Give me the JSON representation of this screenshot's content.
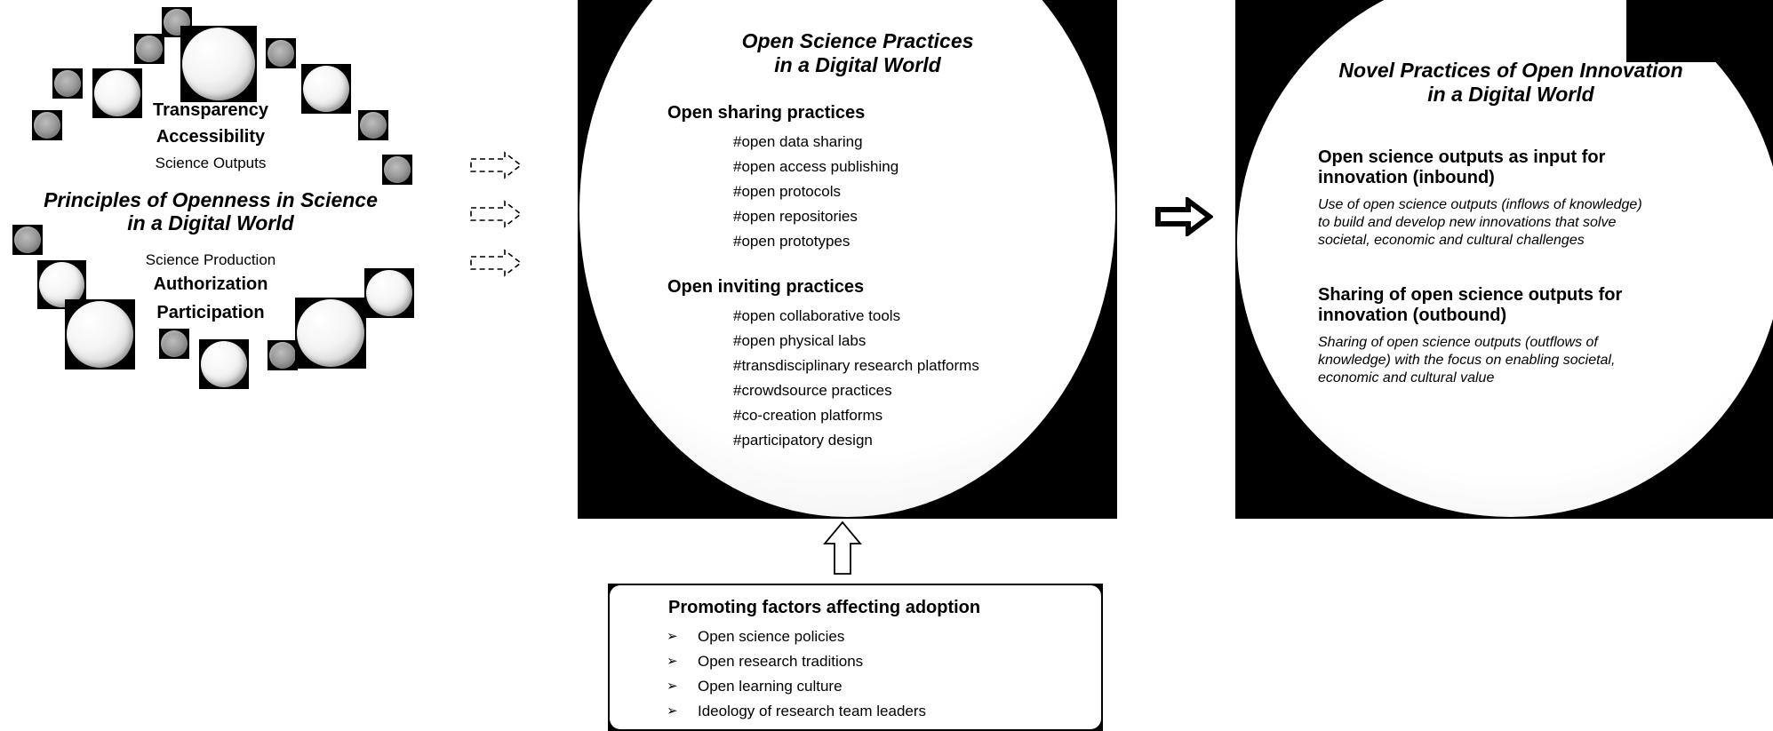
{
  "principles": {
    "title_line1": "Principles of Openness in Science",
    "title_line2": "in a Digital World",
    "outputs_group": {
      "items_bold": [
        "Transparency",
        "Accessibility"
      ],
      "label": "Science Outputs"
    },
    "production_group": {
      "label": "Science Production",
      "items_bold": [
        "Authorization",
        "Participation"
      ]
    }
  },
  "practices": {
    "title_line1": "Open Science Practices",
    "title_line2": "in a Digital World",
    "sharing": {
      "heading": "Open sharing practices",
      "tags": [
        "#open data sharing",
        "#open access publishing",
        "#open protocols",
        "#open repositories",
        "#open prototypes"
      ]
    },
    "inviting": {
      "heading": "Open inviting practices",
      "tags": [
        "#open collaborative tools",
        "#open physical labs",
        "#transdisciplinary research platforms",
        "#crowdsource practices",
        "#co-creation platforms",
        "#participatory design"
      ]
    }
  },
  "innovation": {
    "title_line1": "Novel Practices of Open Innovation",
    "title_line2": "in a Digital World",
    "inbound": {
      "heading_line1": "Open science outputs as input for",
      "heading_line2": "innovation (inbound)",
      "text_line1": "Use of open science outputs (inflows of knowledge)",
      "text_line2": "to build and develop new innovations that solve",
      "text_line3": "societal, economic and cultural challenges"
    },
    "outbound": {
      "heading_line1": "Sharing of open science outputs for",
      "heading_line2": "innovation (outbound)",
      "text_line1": "Sharing of open science outputs (outflows of",
      "text_line2": "knowledge) with the focus on enabling societal,",
      "text_line3": "economic and cultural value"
    }
  },
  "factors": {
    "title": "Promoting factors affecting adoption",
    "bullet": "➢",
    "items": [
      "Open science policies",
      "Open research traditions",
      "Open learning culture",
      "Ideology of research team leaders"
    ]
  }
}
